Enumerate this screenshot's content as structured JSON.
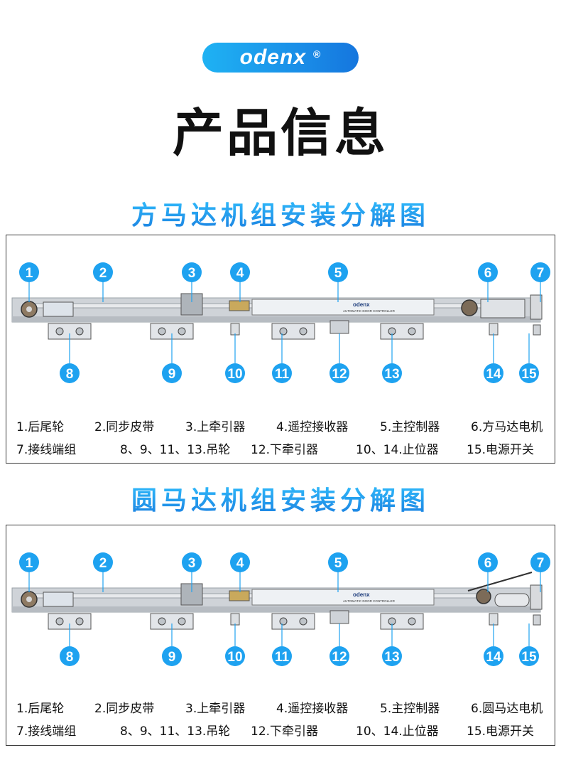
{
  "brand": {
    "logo_text": "odenx",
    "registered": "®"
  },
  "page_title": "产品信息",
  "sections": [
    {
      "title": "方马达机组安装分解图",
      "markers_top": [
        "1",
        "2",
        "3",
        "4",
        "5",
        "6",
        "7"
      ],
      "markers_bottom": [
        "8",
        "9",
        "10",
        "11",
        "12",
        "13",
        "14",
        "15"
      ],
      "controller_brand": "odenx",
      "controller_label": "AUTOMATIC DOOR CONTROLLER",
      "legend_row1": [
        "1.后尾轮",
        "2.同步皮带",
        "3.上牵引器",
        "4.遥控接收器",
        "5.主控制器",
        "6.方马达电机"
      ],
      "legend_row2": [
        "7.接线端组",
        "8、9、11、13.吊轮",
        "12.下牵引器",
        "10、14.止位器",
        "15.电源开关"
      ]
    },
    {
      "title": "圆马达机组安装分解图",
      "markers_top": [
        "1",
        "2",
        "3",
        "4",
        "5",
        "6",
        "7"
      ],
      "markers_bottom": [
        "8",
        "9",
        "10",
        "11",
        "12",
        "13",
        "14",
        "15"
      ],
      "controller_brand": "odenx",
      "controller_label": "AUTOMATIC DOOR CONTROLLER",
      "legend_row1": [
        "1.后尾轮",
        "2.同步皮带",
        "3.上牵引器",
        "4.遥控接收器",
        "5.主控制器",
        "6.圆马达电机"
      ],
      "legend_row2": [
        "7.接线端组",
        "8、9、11、13.吊轮",
        "12.下牵引器",
        "10、14.止位器",
        "15.电源开关"
      ]
    }
  ],
  "colors": {
    "accent": "#1a8fe8",
    "marker": "#1ea2f0",
    "rail": "#c9cdd2"
  }
}
